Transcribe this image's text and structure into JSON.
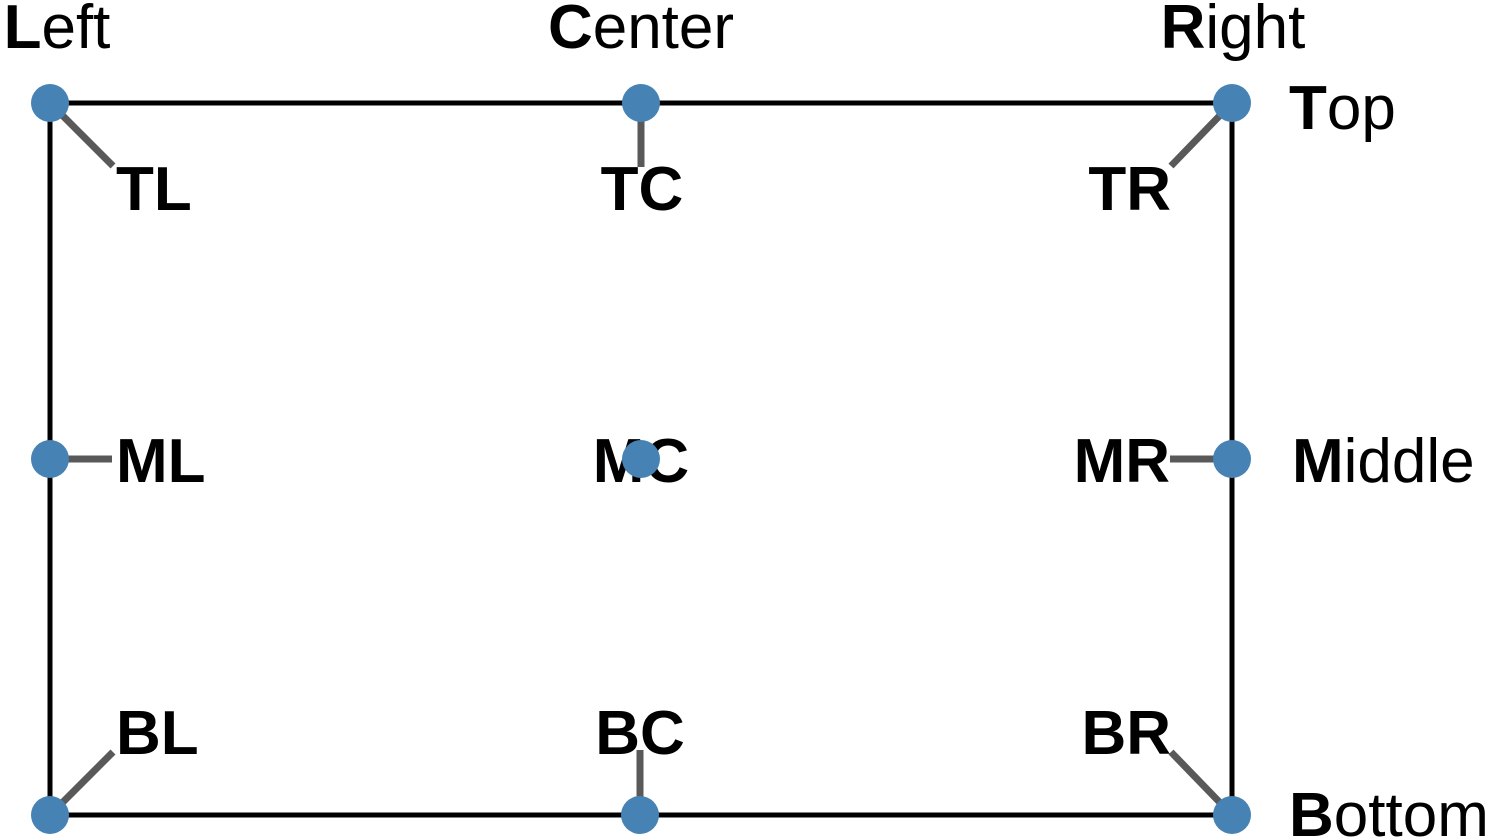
{
  "figure": {
    "description": "Nine anchor positions on a rectangle",
    "colors": {
      "dot": "#4682b4",
      "connector": "#595959",
      "frame": "#000000",
      "text": "#000000",
      "background": "#ffffff"
    },
    "anchor_labels": {
      "tl": "TL",
      "tc": "TC",
      "tr": "TR",
      "ml": "ML",
      "mc": "MC",
      "mr": "MR",
      "bl": "BL",
      "bc": "BC",
      "br": "BR"
    },
    "edge_labels": {
      "left": {
        "initial": "L",
        "rest": "eft"
      },
      "center": {
        "initial": "C",
        "rest": "enter"
      },
      "right": {
        "initial": "R",
        "rest": "ight"
      },
      "top": {
        "initial": "T",
        "rest": "op"
      },
      "middle": {
        "initial": "M",
        "rest": "iddle"
      },
      "bottom": {
        "initial": "B",
        "rest": "ottom"
      }
    }
  }
}
